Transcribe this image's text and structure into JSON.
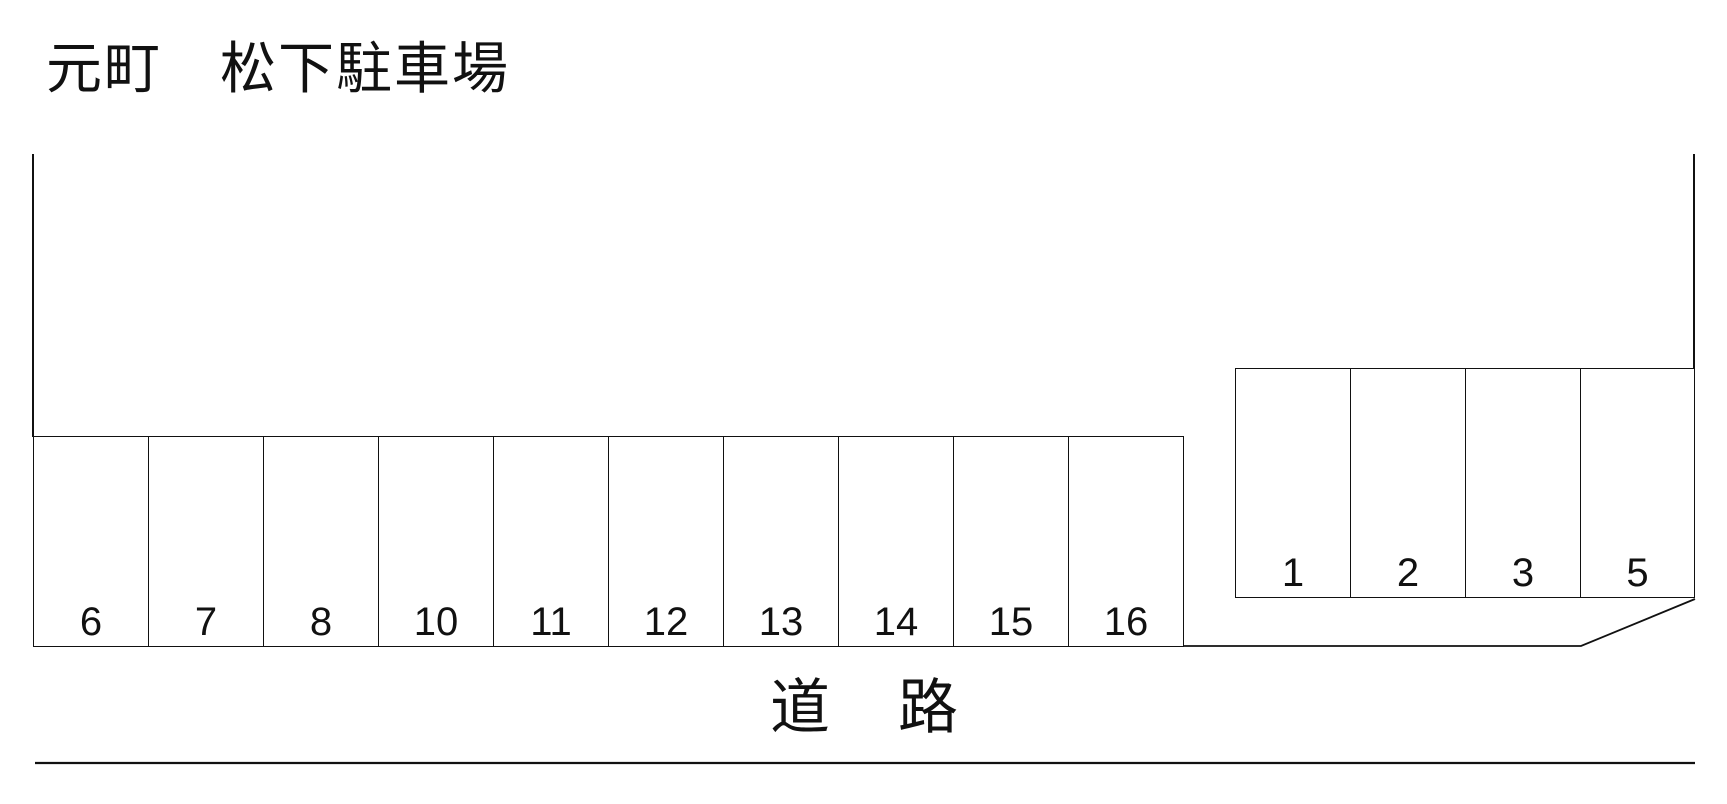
{
  "title": "元町　松下駐車場",
  "road_label": "道　路",
  "stalls_left": [
    {
      "number": "6"
    },
    {
      "number": "7"
    },
    {
      "number": "8"
    },
    {
      "number": "10"
    },
    {
      "number": "11"
    },
    {
      "number": "12"
    },
    {
      "number": "13"
    },
    {
      "number": "14"
    },
    {
      "number": "15"
    },
    {
      "number": "16"
    }
  ],
  "stalls_right": [
    {
      "number": "1"
    },
    {
      "number": "2"
    },
    {
      "number": "3"
    },
    {
      "number": "5"
    }
  ],
  "colors": {
    "line": "#111111",
    "background": "#ffffff"
  }
}
